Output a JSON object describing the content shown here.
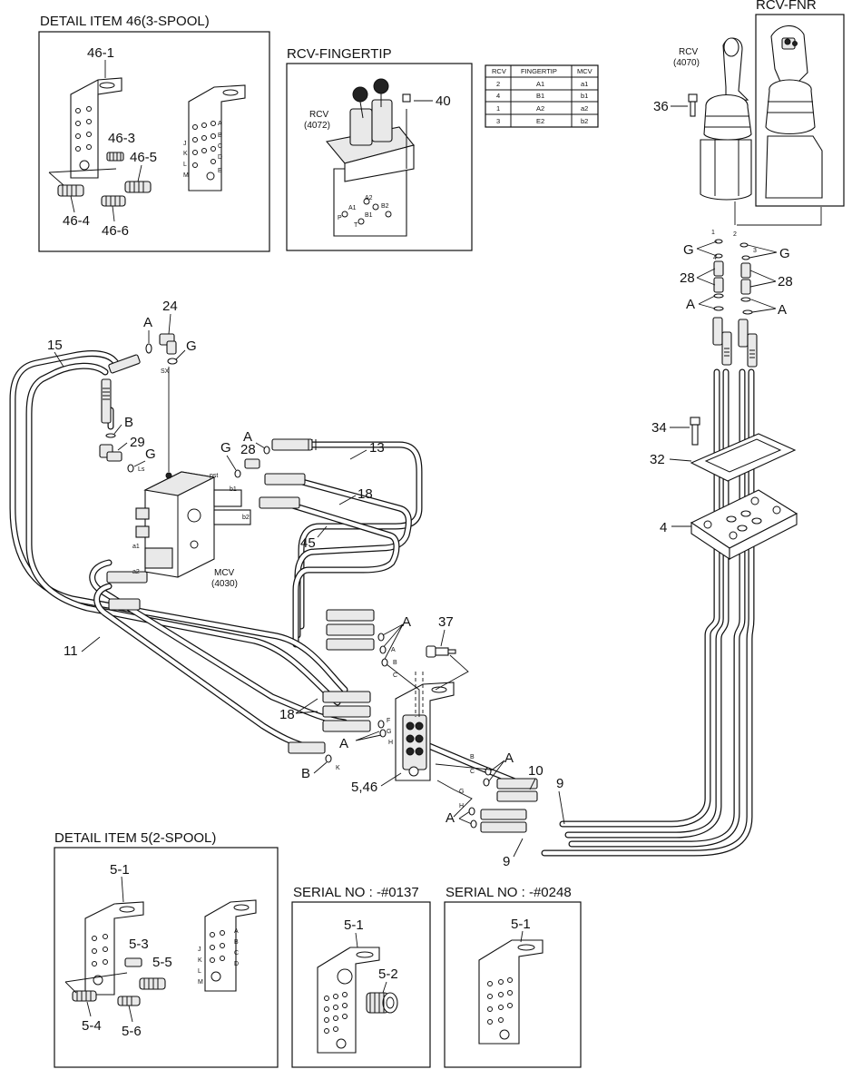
{
  "titles": {
    "detail46": "DETAIL ITEM 46(3-SPOOL)",
    "fingertip": "RCV-FINGERTIP",
    "fnr": "RCV-FNR",
    "detail5": "DETAIL ITEM 5(2-SPOOL)",
    "serial137": "SERIAL NO : -#0137",
    "serial248": "SERIAL NO : -#0248"
  },
  "component_labels": {
    "rcv_fingertip": [
      "RCV",
      "(4072)"
    ],
    "rcv_fnr": [
      "RCV",
      "(4070)"
    ],
    "mcv": [
      "MCV",
      "(4030)"
    ]
  },
  "port_table": {
    "headers": [
      "RCV",
      "FINGERTIP",
      "MCV"
    ],
    "rows": [
      [
        "2",
        "A1",
        "a1"
      ],
      [
        "4",
        "B1",
        "b1"
      ],
      [
        "1",
        "A2",
        "a2"
      ],
      [
        "3",
        "E2",
        "b2"
      ]
    ]
  },
  "part_numbers": {
    "p46_1": "46-1",
    "p46_3": "46-3",
    "p46_4": "46-4",
    "p46_5": "46-5",
    "p46_6": "46-6",
    "p40": "40",
    "p36": "36",
    "p28a": "28",
    "p28b": "28",
    "p28c": "28",
    "p24": "24",
    "p15": "15",
    "p29": "29",
    "p13": "13",
    "p18a": "18",
    "p18b": "18",
    "p45": "45",
    "p11": "11",
    "p37": "37",
    "p34": "34",
    "p32": "32",
    "p4": "4",
    "p10": "10",
    "p9a": "9",
    "p9b": "9",
    "p546": "5,46",
    "p5_1a": "5-1",
    "p5_3": "5-3",
    "p5_4": "5-4",
    "p5_5": "5-5",
    "p5_6": "5-6",
    "p5_1b": "5-1",
    "p5_2": "5-2",
    "p5_1c": "5-1"
  },
  "letters": {
    "g1": "G",
    "g2": "G",
    "a1": "A",
    "a2": "A",
    "a3": "A",
    "g3": "G",
    "b1": "B",
    "g4": "G",
    "g5": "G",
    "a4": "A",
    "a5": "A",
    "a6": "A",
    "b2": "B",
    "a7": "A",
    "a8": "A"
  },
  "port_marks": {
    "sx": "SX",
    "ls": "Ls",
    "pst": "pst",
    "b1": "b1",
    "b2": "b2",
    "a1": "a1",
    "a2": "a2",
    "pa": "A",
    "pb": "B",
    "pc": "C",
    "pf": "F",
    "pg": "G",
    "ph": "H",
    "pk": "K",
    "pb2": "B",
    "pc2": "C",
    "pg2": "G",
    "ph2": "H",
    "ra1": "A1",
    "ra2": "A2",
    "rb1": "B1",
    "rb2": "B2",
    "rp": "P",
    "rt": "T",
    "n1": "1",
    "n2": "2",
    "n3": "3",
    "n4": "4"
  },
  "manifold_ports": {
    "left46": [
      "J",
      "K",
      "L",
      "M"
    ],
    "right46": [
      "A",
      "B",
      "C",
      "D",
      "E"
    ],
    "left5": [
      "J",
      "K",
      "L",
      "M"
    ],
    "right5": [
      "A",
      "B",
      "C",
      "D"
    ]
  }
}
